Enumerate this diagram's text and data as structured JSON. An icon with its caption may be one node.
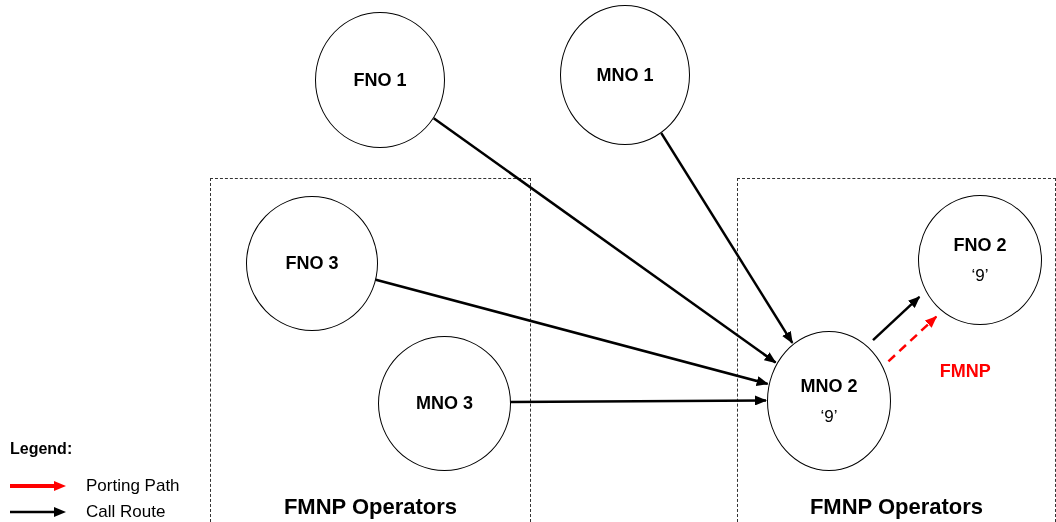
{
  "diagram": {
    "nodes": [
      {
        "text": [
          "FNO 1"
        ]
      },
      {
        "text": [
          "MNO 1"
        ]
      },
      {
        "text": [
          "FMNP Operators"
        ]
      },
      {
        "text": [
          "FNO 3"
        ],
        "in": 2
      },
      {
        "text": [
          "MNO 3"
        ],
        "in": 2
      },
      {
        "text": [
          "FMNP Operators"
        ]
      },
      {
        "text": [
          "FNO 2",
          "‘9’"
        ],
        "in": 5
      },
      {
        "text": [
          "MNO 2",
          "‘9’"
        ],
        "in": 5
      }
    ],
    "edges": [
      {
        "from": 0,
        "to": 7,
        "arrow": "to"
      },
      {
        "from": 1,
        "to": 7,
        "arrow": "to"
      },
      {
        "from": 3,
        "to": 7,
        "arrow": "to"
      },
      {
        "from": 4,
        "to": 7,
        "arrow": "to"
      },
      {
        "from": 7,
        "to": 6,
        "arrow": "to"
      },
      {
        "from": 7,
        "to": 6,
        "arrow": "to",
        "label": "FMNP",
        "style": "dashed",
        "color": "#ff0000"
      }
    ],
    "labels": [
      "Legend:"
    ],
    "legend": [
      {
        "text": "Porting Path",
        "color": "#ff0000"
      },
      {
        "text": "Call Route",
        "color": "#000000"
      }
    ]
  }
}
